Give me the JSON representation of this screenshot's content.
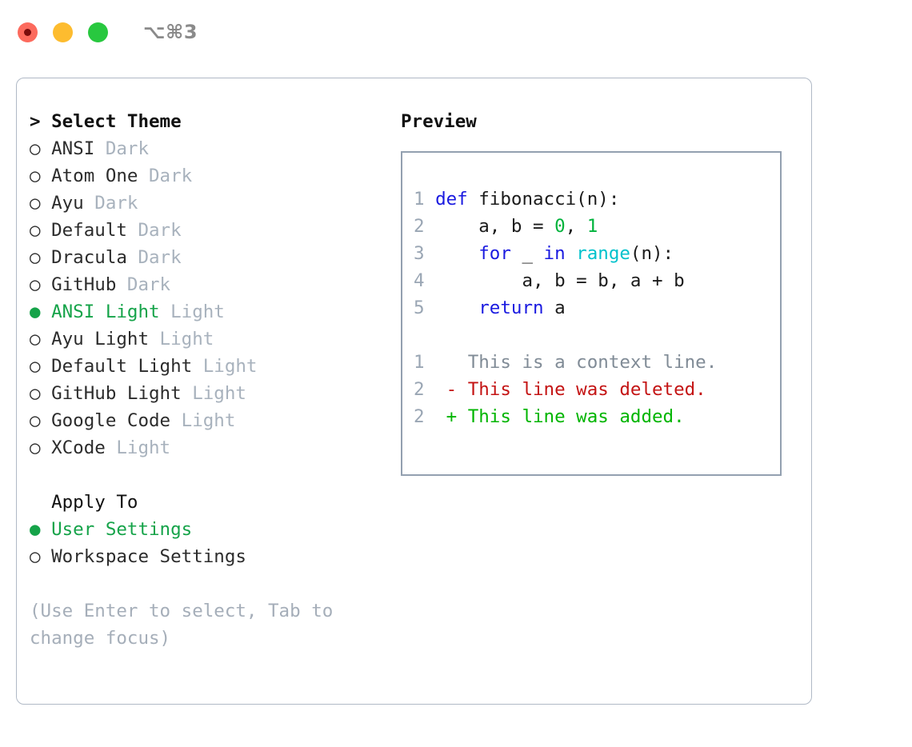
{
  "titlebar": {
    "traffic_lights": [
      {
        "name": "close",
        "color": "#fc6a5d"
      },
      {
        "name": "minimize",
        "color": "#fdbc2f"
      },
      {
        "name": "maximize",
        "color": "#28c83f"
      }
    ],
    "shortcut": "⌥⌘3"
  },
  "theme_panel": {
    "header": "> Select Theme",
    "selected_bullet": "●",
    "unselected_bullet": "○",
    "items": [
      {
        "bullet": "○",
        "name": "ANSI",
        "tag": "Dark",
        "selected": false
      },
      {
        "bullet": "○",
        "name": "Atom One",
        "tag": "Dark",
        "selected": false
      },
      {
        "bullet": "○",
        "name": "Ayu",
        "tag": "Dark",
        "selected": false
      },
      {
        "bullet": "○",
        "name": "Default",
        "tag": "Dark",
        "selected": false
      },
      {
        "bullet": "○",
        "name": "Dracula",
        "tag": "Dark",
        "selected": false
      },
      {
        "bullet": "○",
        "name": "GitHub",
        "tag": "Dark",
        "selected": false
      },
      {
        "bullet": "●",
        "name": "ANSI Light",
        "tag": "Light",
        "selected": true
      },
      {
        "bullet": "○",
        "name": "Ayu Light",
        "tag": "Light",
        "selected": false
      },
      {
        "bullet": "○",
        "name": "Default Light",
        "tag": "Light",
        "selected": false
      },
      {
        "bullet": "○",
        "name": "GitHub Light",
        "tag": "Light",
        "selected": false
      },
      {
        "bullet": "○",
        "name": "Google Code",
        "tag": "Light",
        "selected": false
      },
      {
        "bullet": "○",
        "name": "XCode",
        "tag": "Light",
        "selected": false
      }
    ]
  },
  "apply_to": {
    "header": "  Apply To",
    "options": [
      {
        "bullet": "●",
        "label": "User Settings",
        "selected": true
      },
      {
        "bullet": "○",
        "label": "Workspace Settings",
        "selected": false
      }
    ]
  },
  "hint": "(Use Enter to select, Tab to change focus)",
  "preview": {
    "header": "Preview",
    "code_lines": [
      {
        "num": "1",
        "tokens": [
          {
            "t": "def",
            "c": "kw"
          },
          {
            "t": " fibonacci(n):",
            "c": "plain"
          }
        ]
      },
      {
        "num": "2",
        "tokens": [
          {
            "t": "    a, b = ",
            "c": "plain"
          },
          {
            "t": "0",
            "c": "num"
          },
          {
            "t": ", ",
            "c": "plain"
          },
          {
            "t": "1",
            "c": "num"
          }
        ]
      },
      {
        "num": "3",
        "tokens": [
          {
            "t": "    ",
            "c": "plain"
          },
          {
            "t": "for",
            "c": "kw"
          },
          {
            "t": " _ ",
            "c": "plain"
          },
          {
            "t": "in",
            "c": "kw"
          },
          {
            "t": " ",
            "c": "plain"
          },
          {
            "t": "range",
            "c": "fn"
          },
          {
            "t": "(n):",
            "c": "plain"
          }
        ]
      },
      {
        "num": "4",
        "tokens": [
          {
            "t": "        a, b = b, a + b",
            "c": "plain"
          }
        ]
      },
      {
        "num": "5",
        "tokens": [
          {
            "t": "    ",
            "c": "plain"
          },
          {
            "t": "return",
            "c": "kw"
          },
          {
            "t": " a",
            "c": "plain"
          }
        ]
      }
    ],
    "diff_lines": [
      {
        "num": "1",
        "marker": " ",
        "text": "This is a context line.",
        "kind": "diff-ctx"
      },
      {
        "num": "2",
        "marker": "-",
        "text": "This line was deleted.",
        "kind": "diff-del"
      },
      {
        "num": "2",
        "marker": "+",
        "text": "This line was added.",
        "kind": "diff-add"
      }
    ]
  },
  "colors": {
    "accent_green": "#15a349",
    "muted": "#a8b2bd",
    "border": "#b0b9c6",
    "code_border": "#93a0b0",
    "keyword": "#1a1ae0",
    "function": "#00c2cc",
    "number": "#00b33c",
    "diff_deleted": "#c41414",
    "diff_added": "#00b500",
    "line_number": "#9aa6b4"
  }
}
